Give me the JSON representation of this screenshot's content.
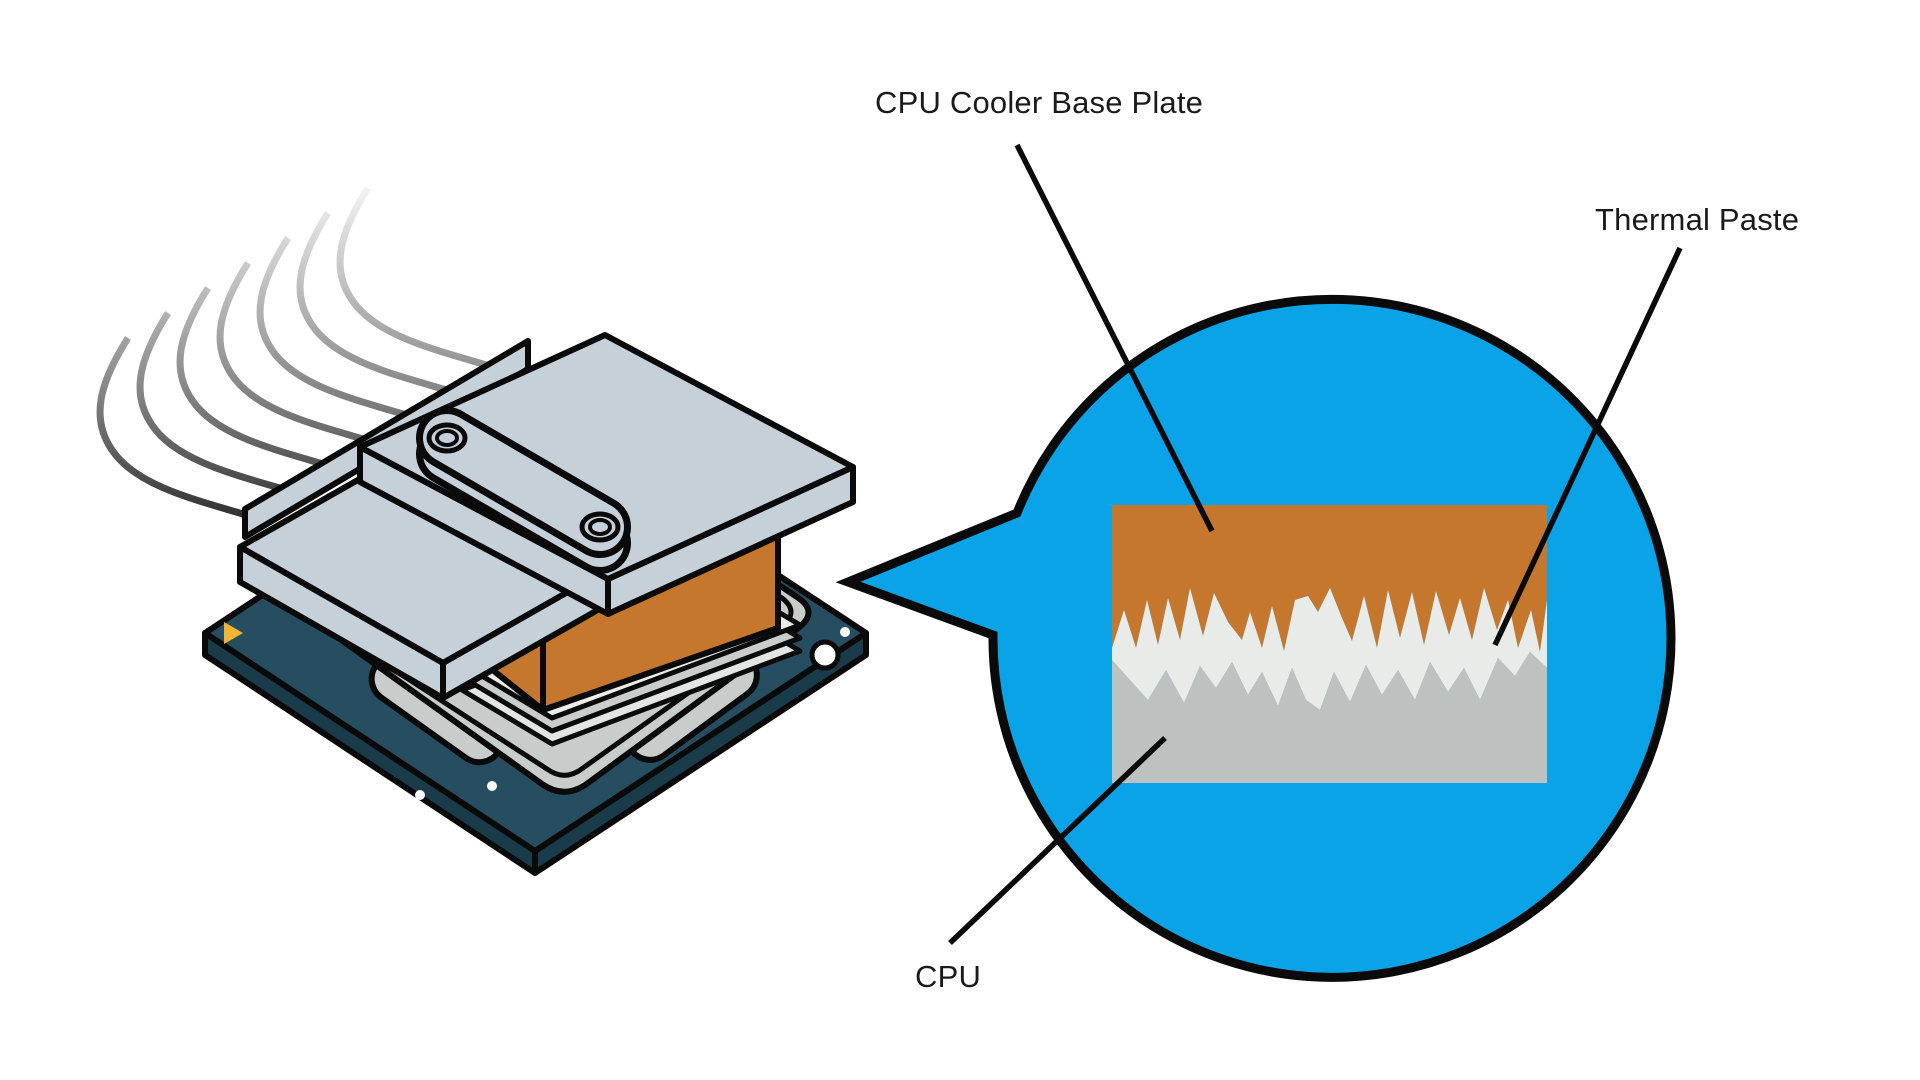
{
  "labels": {
    "cooler_base_plate": "CPU Cooler Base Plate",
    "thermal_paste": "Thermal Paste",
    "cpu": "CPU"
  },
  "colors": {
    "background": "#ffffff",
    "callout_blue": "#0ba3e7",
    "copper": "#c5782d",
    "thermal_paste_gray": "#e9ebe9",
    "cpu_gray": "#bdc2c1",
    "silver": "#c6d0d8",
    "socket_gray": "#c8cccb",
    "board_teal": "#264e60",
    "board_side": "#1a3b4a",
    "marker_yellow": "#f2b434",
    "outline_black": "#0a0a0a",
    "label_text": "#1a1a1a"
  }
}
